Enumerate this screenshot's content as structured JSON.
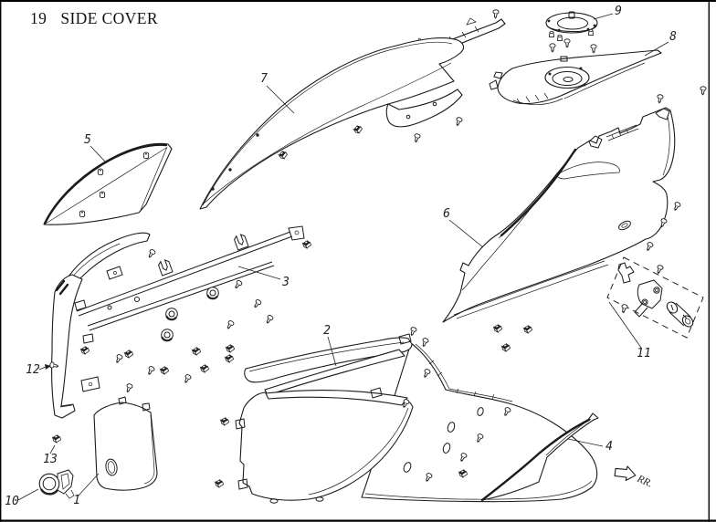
{
  "page": {
    "section_number": "19",
    "title": "SIDE COVER",
    "direction_label": "RR."
  },
  "callouts": {
    "c1": "1",
    "c2": "2",
    "c3": "3",
    "c4": "4",
    "c5": "5",
    "c6": "6",
    "c7": "7",
    "c8": "8",
    "c9": "9",
    "c10": "10",
    "c11": "11",
    "c12": "12",
    "c13": "13"
  },
  "icons": {
    "screw": "screw-fastener-icon",
    "clip": "clip-fastener-icon",
    "grommet": "grommet-icon",
    "arrow": "rear-direction-arrow"
  },
  "colors": {
    "ink": "#1b1b1b",
    "paper": "#ffffff"
  }
}
